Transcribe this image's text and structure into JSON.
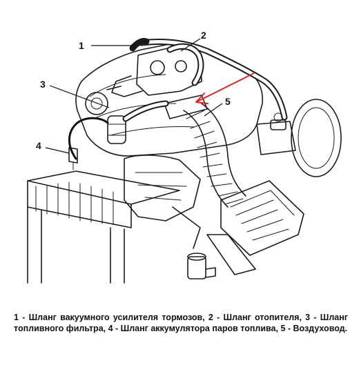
{
  "diagram": {
    "callouts": [
      {
        "id": "1",
        "label": "1"
      },
      {
        "id": "2",
        "label": "2"
      },
      {
        "id": "3",
        "label": "3"
      },
      {
        "id": "4",
        "label": "4"
      },
      {
        "id": "5",
        "label": "5"
      }
    ],
    "annotation_arrow_color": "#e02020",
    "line_color": "#1a1a1a"
  },
  "caption": {
    "text": "1 - Шланг вакуумного усилителя тормозов, 2 - Шланг отопителя, 3 - Шланг топливного фильтра, 4 - Шланг аккумулятора паров топлива, 5 - Воздуховод."
  }
}
